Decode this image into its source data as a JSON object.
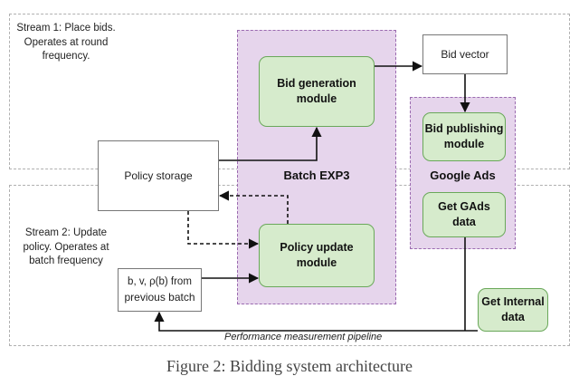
{
  "stream1": {
    "label_line1": "Stream 1: Place bids.",
    "label_line2": "Operates at round",
    "label_line3": "frequency."
  },
  "stream2": {
    "label_line1": "Stream 2: Update",
    "label_line2": "policy. Operates at",
    "label_line3": "batch frequency"
  },
  "regions": {
    "batch_exp3": "Batch EXP3",
    "google_ads": "Google Ads"
  },
  "modules": {
    "bid_generation": {
      "line1": "Bid generation",
      "line2": "module"
    },
    "policy_update": {
      "line1": "Policy update",
      "line2": "module"
    },
    "bid_publishing": {
      "line1": "Bid publishing",
      "line2": "module"
    },
    "get_gads": {
      "line1": "Get GAds",
      "line2": "data"
    },
    "get_internal": {
      "line1": "Get Internal",
      "line2": "data"
    }
  },
  "boxes": {
    "bid_vector": "Bid vector",
    "policy_storage": "Policy storage",
    "previous_batch": {
      "line1": "b, v, ρ(b) from",
      "line2": "previous batch"
    }
  },
  "pipeline_label": "Performance measurement pipeline",
  "caption": "Figure 2: Bidding system architecture",
  "colors": {
    "region_fill": "#e6d5ec",
    "region_border": "#9b6bb0",
    "module_fill": "#d6ebcc",
    "module_border": "#6aa85a"
  }
}
